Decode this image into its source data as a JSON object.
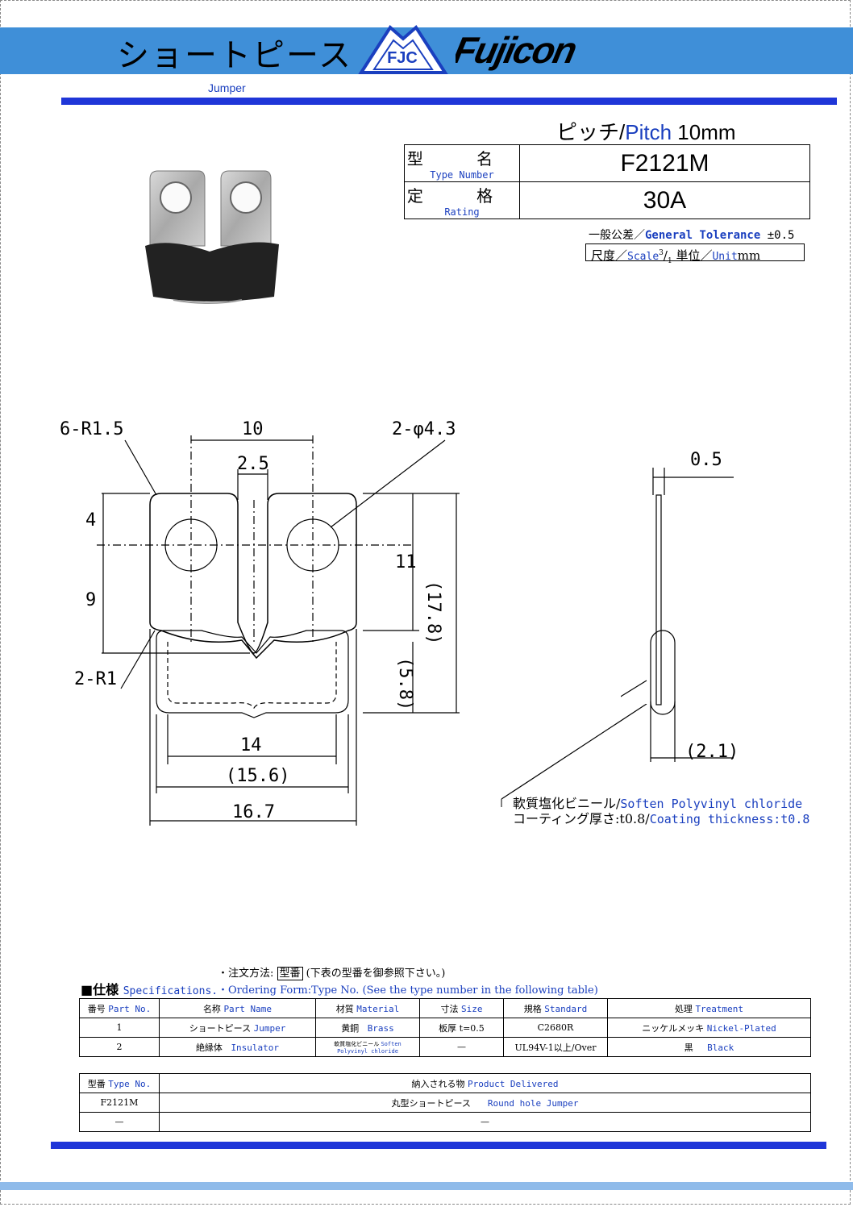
{
  "header": {
    "title": "ショートピース",
    "logo_badge": "FJC",
    "brand": "Fujicon",
    "subtitle": "Jumper"
  },
  "pitch": {
    "jp": "ピッチ/",
    "en": "Pitch",
    "value": " 10mm"
  },
  "spec_box": {
    "type_label_jp": "型 名",
    "type_label_en": "Type Number",
    "type_value": "F2121M",
    "rating_label_jp": "定 格",
    "rating_label_en": "Rating",
    "rating_value": "30A"
  },
  "tolerance": {
    "jp": "一般公差／",
    "en": "General Tolerance",
    "value": " ±0.5"
  },
  "scale": {
    "jp": "尺度／",
    "en": "Scale",
    "num": "3",
    "den": "1",
    "unit_jp": " 単位／",
    "unit_en": "Unit",
    "unit": "mm"
  },
  "dimensions": {
    "r15": "6-R1.5",
    "pitch10": "10",
    "d43": "2-φ4.3",
    "gap25": "2.5",
    "d4": "4",
    "d9": "9",
    "d11": "11",
    "d178": "(17.8)",
    "d58": "(5.8)",
    "r1": "2-R1",
    "d14": "14",
    "d156": "(15.6)",
    "d167": "16.7",
    "t05": "0.5",
    "t21": "(2.1)"
  },
  "coating_note": {
    "line1_jp": "軟質塩化ビニール/",
    "line1_en": "Soften Polyvinyl chloride",
    "line2_jp": "コーティング厚さ:t0.8/",
    "line2_en": "Coating thickness:t0.8"
  },
  "ordering": {
    "line1_jp": "・注文方法: ",
    "line1_box": "型番",
    "line1_rest": " (下表の型番を御参照下さい。)",
    "line2_en": "・Ordering Form:Type No.  (See the type number in the following table)"
  },
  "specs": {
    "title_jp": "■仕様 ",
    "title_en": "Specifications.",
    "headers": [
      {
        "jp": "番号",
        "en": "Part No."
      },
      {
        "jp": "名称",
        "en": "Part Name"
      },
      {
        "jp": "材質",
        "en": "Material"
      },
      {
        "jp": "寸法",
        "en": "Size"
      },
      {
        "jp": "規格",
        "en": "Standard"
      },
      {
        "jp": "処理",
        "en": "Treatment"
      }
    ],
    "rows": [
      {
        "no": "1",
        "name_jp": "ショートピース",
        "name_en": "Jumper",
        "mat_jp": "黄銅",
        "mat_en": "Brass",
        "size": "板厚 t=0.5",
        "std": "C2680R",
        "treat_jp": "ニッケルメッキ",
        "treat_en": "Nickel-Plated"
      },
      {
        "no": "2",
        "name_jp": "絶縁体",
        "name_en": "Insulator",
        "mat_jp": "軟質塩化ビニール",
        "mat_en": "Soften Polyvinyl chloride",
        "size": "—",
        "std": "UL94V-1以上/Over",
        "treat_jp": "黒",
        "treat_en": "Black"
      }
    ]
  },
  "delivery": {
    "headers": {
      "type_jp": "型番",
      "type_en": "Type No.",
      "prod_jp": "納入される物",
      "prod_en": "Product Delivered"
    },
    "rows": [
      {
        "type": "F2121M",
        "prod_jp": "丸型ショートピース",
        "prod_en": "Round hole Jumper"
      },
      {
        "type": "—",
        "prod_jp": "—",
        "prod_en": ""
      }
    ]
  }
}
